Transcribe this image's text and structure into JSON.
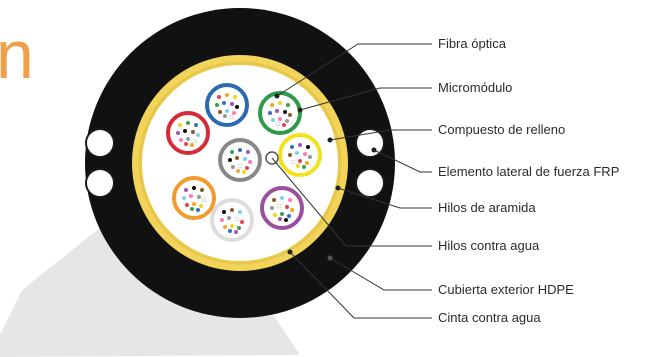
{
  "diagram": {
    "heading_fragment": "n",
    "labels": {
      "fibra_optica": "Fibra óptica",
      "micromodulo": "Micromódulo",
      "compuesto_relleno": "Compuesto de relleno",
      "elemento_lateral": "Elemento lateral de fuerza FRP",
      "hilos_aramida": "Hilos de aramida",
      "hilos_agua": "Hilos contra agua",
      "cubierta": "Cubierta exterior HDPE",
      "cinta_agua": "Cinta contra agua"
    },
    "colors": {
      "jacket": "#111111",
      "aramid": "#f3d45a",
      "core": "#ffffff",
      "wedge": "#e6e6e6",
      "accent": "#f0a04b",
      "leader": "#333333"
    },
    "micromodule_colors": [
      "#2a6ab3",
      "#2e9b4a",
      "#d52a38",
      "#888888",
      "#f2e21b",
      "#f29a2e",
      "#dddddd",
      "#9a4fa0"
    ],
    "fiber_colors": [
      "#e8434f",
      "#f6a623",
      "#f0d81e",
      "#3aa14a",
      "#2f6fc9",
      "#9b59b6",
      "#111111",
      "#8a5a2b",
      "#7fd0e8",
      "#ff7ab8",
      "#999999",
      "#ffffff"
    ]
  }
}
